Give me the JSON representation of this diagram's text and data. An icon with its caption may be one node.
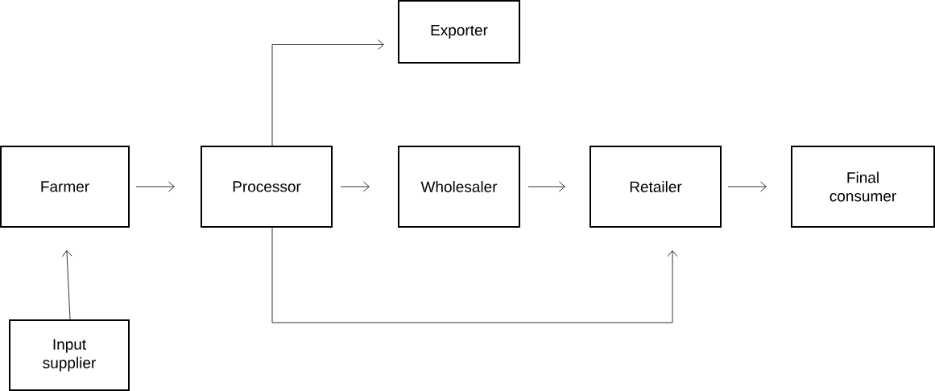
{
  "diagram": {
    "nodes": [
      {
        "text": [
          "Exporter"
        ]
      },
      {
        "text": [
          "Farmer"
        ]
      },
      {
        "text": [
          "Processor"
        ]
      },
      {
        "text": [
          "Wholesaler"
        ]
      },
      {
        "text": [
          "Retailer"
        ]
      },
      {
        "text": [
          "Final consumer"
        ]
      },
      {
        "text": [
          "Input supplier"
        ]
      }
    ],
    "edges": [
      {
        "from": 1,
        "to": 2,
        "arrow": "to"
      },
      {
        "from": 2,
        "to": 3,
        "arrow": "to"
      },
      {
        "from": 3,
        "to": 4,
        "arrow": "to"
      },
      {
        "from": 4,
        "to": 5,
        "arrow": "to"
      },
      {
        "from": 2,
        "to": 0,
        "arrow": "to"
      },
      {
        "from": 2,
        "to": 4,
        "arrow": "to"
      },
      {
        "from": 6,
        "to": 1,
        "arrow": "to"
      }
    ]
  }
}
